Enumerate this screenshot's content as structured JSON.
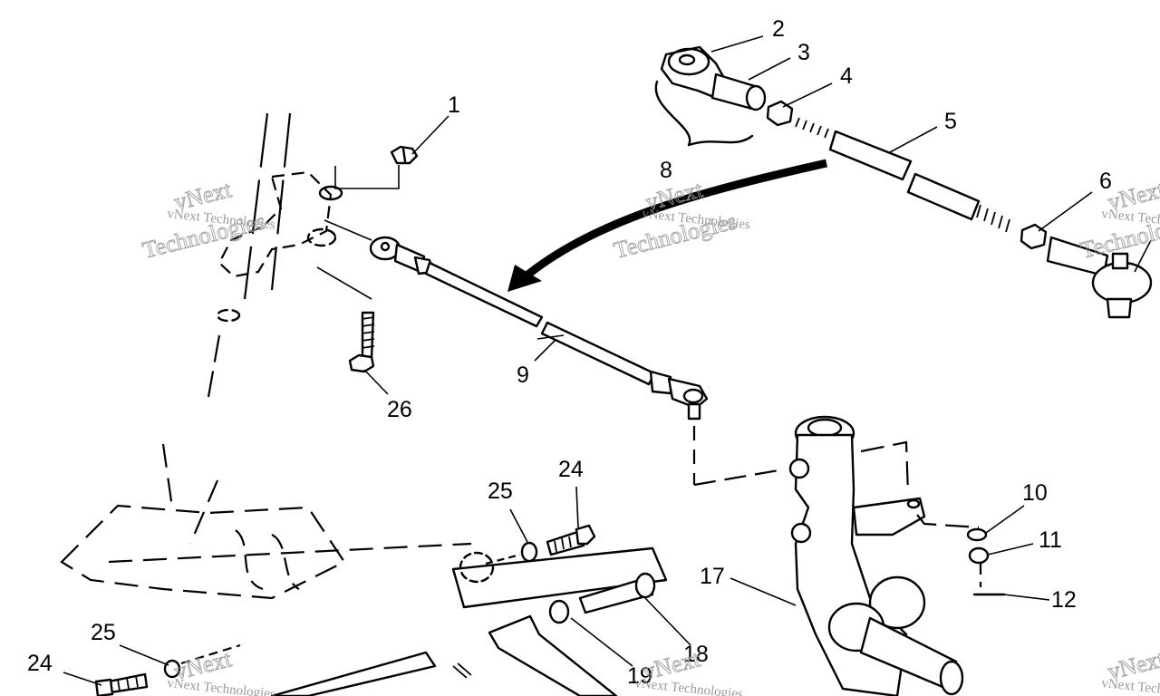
{
  "diagram": {
    "callouts": [
      {
        "id": "2",
        "label": "2"
      },
      {
        "id": "3",
        "label": "3"
      },
      {
        "id": "4",
        "label": "4"
      },
      {
        "id": "5",
        "label": "5"
      },
      {
        "id": "6",
        "label": "6"
      },
      {
        "id": "1",
        "label": "1"
      },
      {
        "id": "8",
        "label": "8"
      },
      {
        "id": "9",
        "label": "9"
      },
      {
        "id": "26",
        "label": "26"
      },
      {
        "id": "10",
        "label": "10"
      },
      {
        "id": "11",
        "label": "11"
      },
      {
        "id": "12",
        "label": "12"
      },
      {
        "id": "17",
        "label": "17"
      },
      {
        "id": "24a",
        "label": "24"
      },
      {
        "id": "25a",
        "label": "25"
      },
      {
        "id": "24b",
        "label": "24"
      },
      {
        "id": "25b",
        "label": "25"
      },
      {
        "id": "18",
        "label": "18"
      },
      {
        "id": "19",
        "label": "19"
      }
    ],
    "watermark": {
      "small": "vNext Technologies",
      "big": "vNext",
      "big2": "Technologies"
    }
  }
}
